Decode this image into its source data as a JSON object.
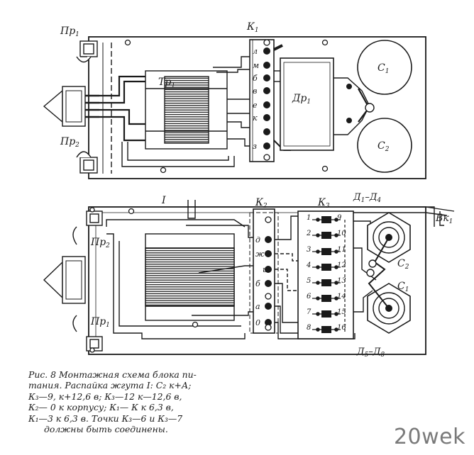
{
  "top_unit": {
    "labels": {
      "fuse1": "Пр",
      "fuse1_sub": "1",
      "fuse2": "Пр",
      "fuse2_sub": "2",
      "k1": "К",
      "k1_sub": "1",
      "transformer": "Тр",
      "transformer_sub": "1",
      "choke": "Др",
      "choke_sub": "1",
      "cap1": "С",
      "cap1_sub": "1",
      "cap2": "С",
      "cap2_sub": "2"
    },
    "terminals": [
      "л",
      "м",
      "б",
      "в",
      "е",
      "к",
      "з"
    ]
  },
  "bottom_unit": {
    "labels": {
      "harness": "I",
      "k2": "К",
      "k2_sub": "2",
      "k3": "К",
      "k3_sub": "3",
      "diodes_top": "Д",
      "diodes_top_sub1": "1",
      "diodes_top_dash": "–Д",
      "diodes_top_sub2": "4",
      "diodes_bottom": "Д",
      "diodes_bottom_sub1": "5",
      "diodes_bottom_dash": "–Д",
      "diodes_bottom_sub2": "8",
      "switch": "Вк",
      "switch_sub": "1",
      "fuse2": "Пр",
      "fuse2_sub": "2",
      "fuse1": "Пр",
      "fuse1_sub": "1",
      "cap2": "С",
      "cap2_sub": "2",
      "cap1": "С",
      "cap1_sub": "1"
    },
    "k2_terminals": [
      "д",
      "ж",
      "и",
      "б",
      "а",
      "0"
    ],
    "k3_left": [
      "1",
      "2",
      "3",
      "4",
      "5",
      "6",
      "7",
      "8"
    ],
    "k3_right": [
      "9",
      "10",
      "11",
      "12",
      "13",
      "14",
      "15",
      "16"
    ]
  },
  "caption": {
    "line1": "Рис. 8 Монтажная схема блока пи-",
    "line2": "тания. Распайка жгута I: С₂ к+А;",
    "line3": "К₃—9, к+12,6 в; К₃—12 к—12,6 в,",
    "line4": "К₂— 0 к корпусу; К₁— К к 6,3 в,",
    "line5": "К₁—3 к 6,3 в. Точки К₃—6 и К₃—7",
    "line6": "должны быть соединены."
  },
  "watermark": "20wek"
}
